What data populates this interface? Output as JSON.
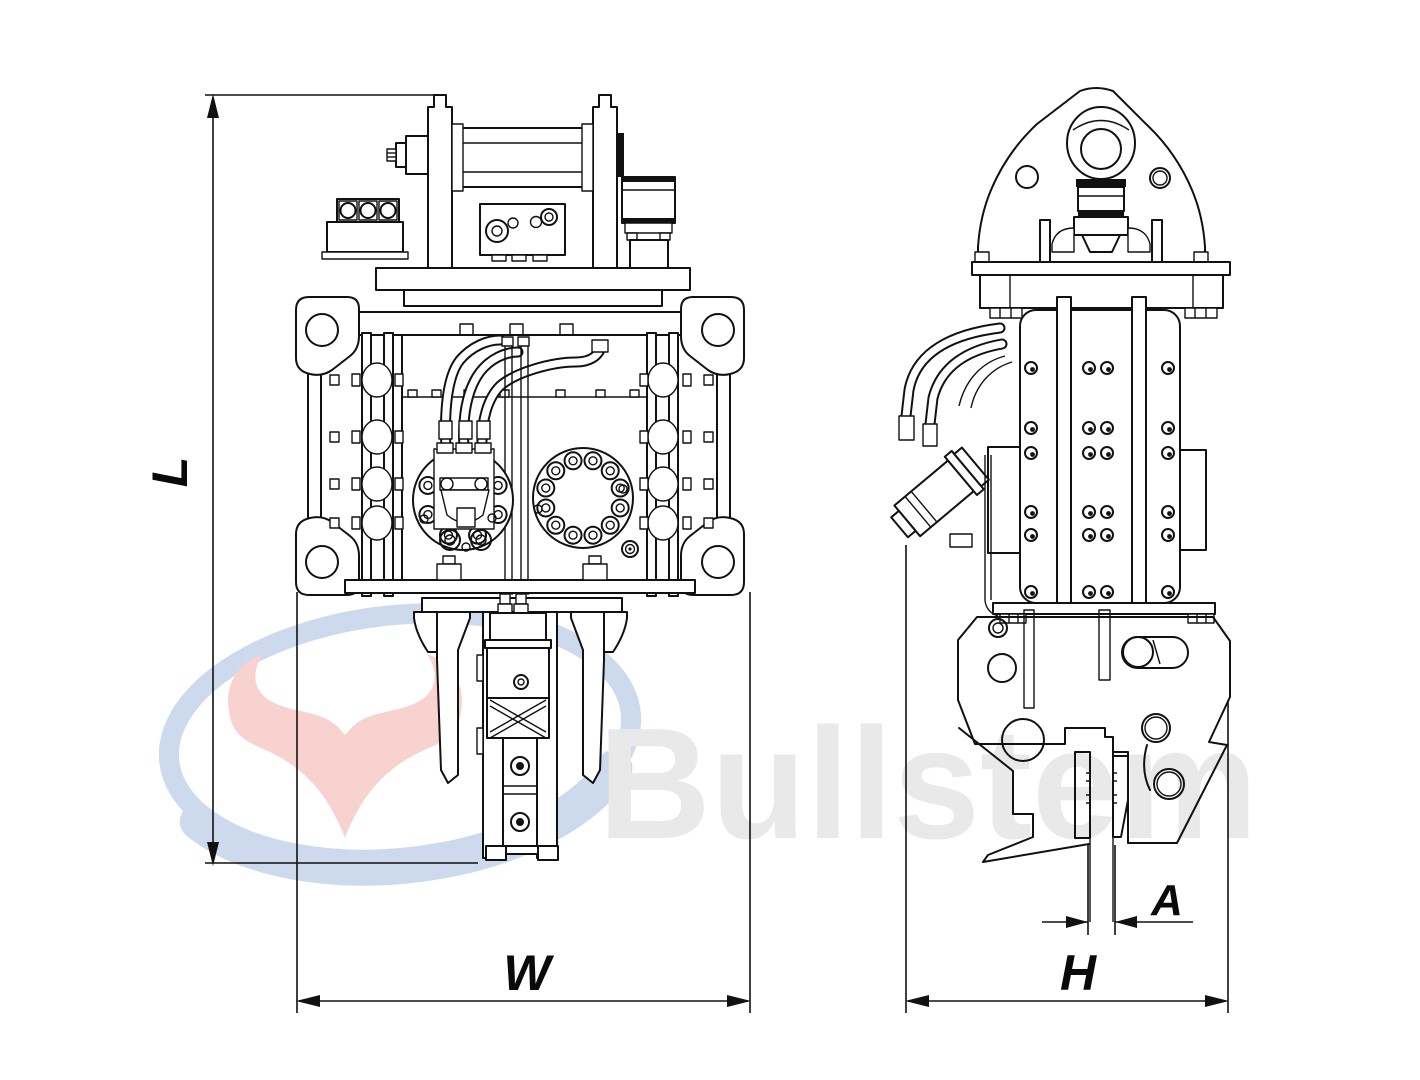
{
  "dimensions": {
    "length_label": "L",
    "width_label": "W",
    "height_label": "H",
    "clamp_gap_label": "A"
  },
  "watermark": {
    "brand": "Bullstem"
  },
  "colors": {
    "line": "#111111",
    "background": "#ffffff",
    "watermark_blue": "#cdd9ec",
    "watermark_red": "#f8d2ce",
    "watermark_text_gray": "#e9e9e9"
  }
}
